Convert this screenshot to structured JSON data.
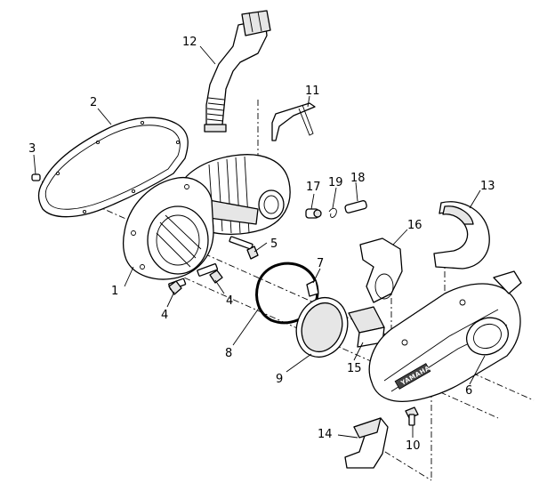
{
  "diagram": {
    "callouts": [
      {
        "id": "c1",
        "label": "1"
      },
      {
        "id": "c2",
        "label": "2"
      },
      {
        "id": "c3",
        "label": "3"
      },
      {
        "id": "c4a",
        "label": "4"
      },
      {
        "id": "c4b",
        "label": "4"
      },
      {
        "id": "c5",
        "label": "5"
      },
      {
        "id": "c6",
        "label": "6"
      },
      {
        "id": "c7",
        "label": "7"
      },
      {
        "id": "c8",
        "label": "8"
      },
      {
        "id": "c9",
        "label": "9"
      },
      {
        "id": "c10",
        "label": "10"
      },
      {
        "id": "c11",
        "label": "11"
      },
      {
        "id": "c12",
        "label": "12"
      },
      {
        "id": "c13",
        "label": "13"
      },
      {
        "id": "c14",
        "label": "14"
      },
      {
        "id": "c15",
        "label": "15"
      },
      {
        "id": "c16",
        "label": "16"
      },
      {
        "id": "c17",
        "label": "17"
      },
      {
        "id": "c18",
        "label": "18"
      },
      {
        "id": "c19",
        "label": "19"
      }
    ],
    "cover_logo_text": "YAMAHA",
    "colors": {
      "ink": "#000000",
      "paper": "#ffffff",
      "shade": "#e6e6e6"
    }
  }
}
